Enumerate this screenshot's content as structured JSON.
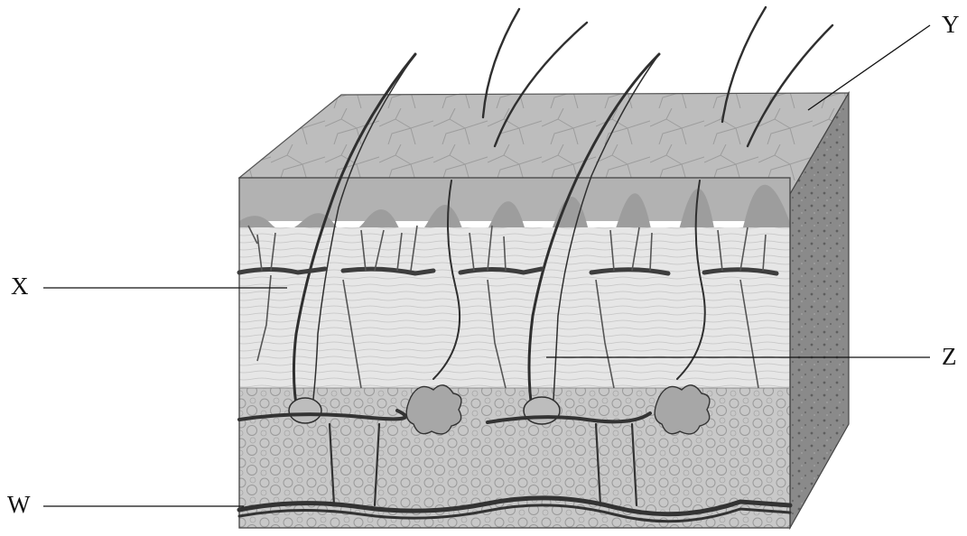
{
  "labels": {
    "x": "X",
    "y": "Y",
    "z": "Z",
    "w": "W"
  },
  "colors": {
    "ink": "#2b2b2b",
    "surface": "#bdbdbd",
    "epidermis": "#a9a9a9",
    "dermis": "#e4e4e4",
    "fat": "#cfcfcf",
    "side": "#8c8c8c",
    "vessel": "#4a4a4a"
  }
}
